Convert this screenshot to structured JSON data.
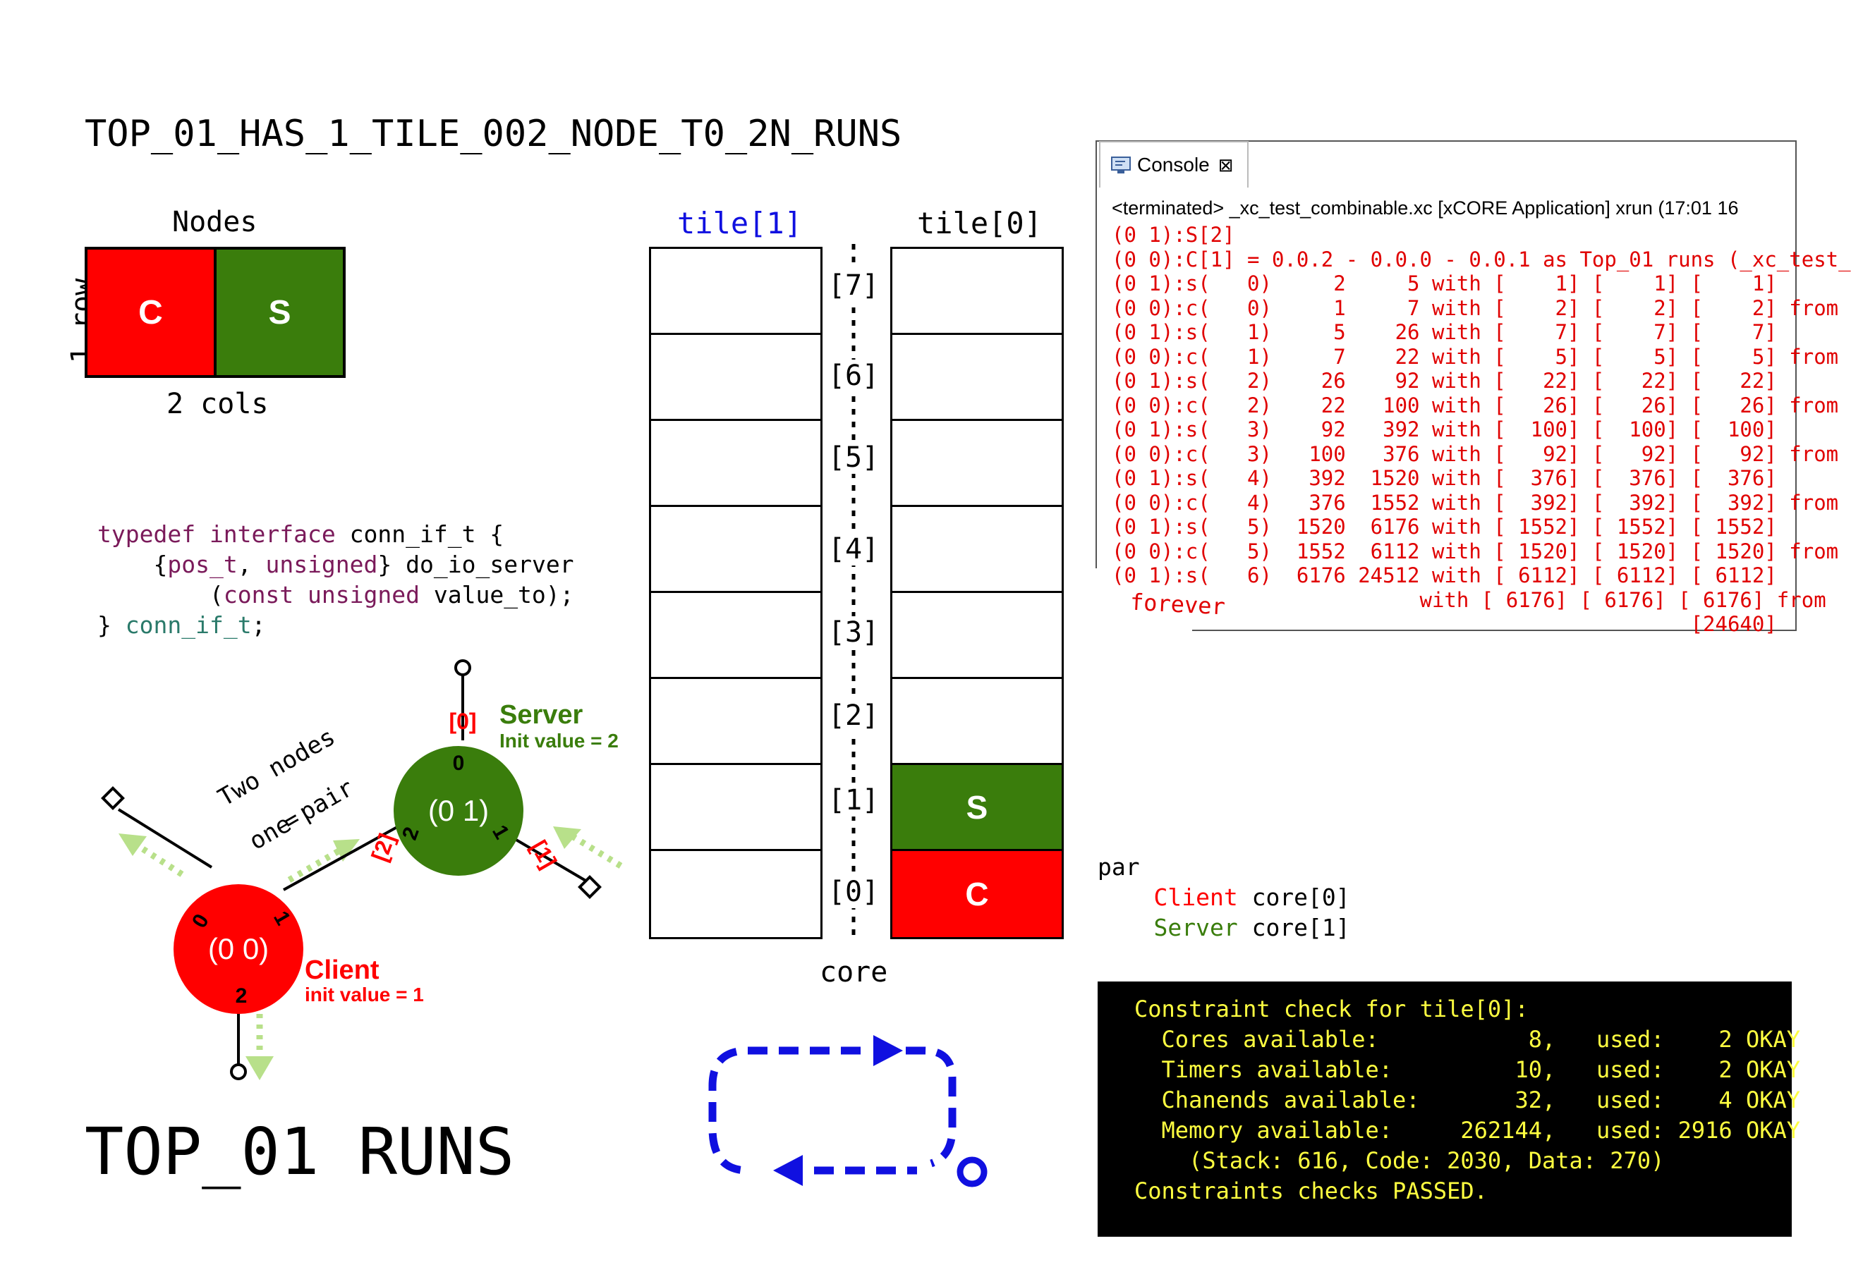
{
  "title": "TOP_01_HAS_1_TILE_002_NODE_T0_2N_RUNS",
  "nodes_grid": {
    "title": "Nodes",
    "row_label": "1 row",
    "col_label": "2 cols",
    "cells": [
      "C",
      "S"
    ]
  },
  "code": {
    "l1_kw": "typedef interface",
    "l1_rest": " conn_if_t {",
    "l2_a": "{",
    "l2_t1": "pos_t",
    "l2_b": ", ",
    "l2_t2": "unsigned",
    "l2_c": "} do_io_server",
    "l3_a": "(",
    "l3_kw": "const unsigned",
    "l3_b": " value_to);",
    "l4_a": "} ",
    "l4_t": "conn_if_t",
    "l4_b": ";"
  },
  "graph": {
    "caption_1": "Two nodes",
    "caption_eq": "=",
    "caption_2": "one pair",
    "client": {
      "id": "(0 0)",
      "name": "Client",
      "init": "init value = 1",
      "ports": [
        "0",
        "1",
        "2"
      ]
    },
    "server": {
      "id": "(0 1)",
      "name": "Server",
      "init": "Init value = 2",
      "ports": [
        "0",
        "1",
        "2"
      ]
    },
    "links": [
      "[0]",
      "[1]",
      "[2]"
    ]
  },
  "tiles": {
    "tile1": "tile[1]",
    "tile0": "tile[0]",
    "core_label": "core",
    "core_indices": [
      "[7]",
      "[6]",
      "[5]",
      "[4]",
      "[3]",
      "[2]",
      "[1]",
      "[0]"
    ],
    "tile0_slots": [
      "",
      "",
      "",
      "",
      "",
      "",
      "S",
      "C"
    ]
  },
  "console": {
    "tab_label": "Console",
    "header": "<terminated> _xc_test_combinable.xc [xCORE Application] xrun (17:01 16",
    "lines": [
      "(0 1):S[2]",
      "(0 0):C[1] = 0.0.2 - 0.0.0 - 0.0.1 as Top_01 runs (_xc_test_",
      "(0 1):s(   0)     2     5 with [    1] [    1] [    1]",
      "(0 0):c(   0)     1     7 with [    2] [    2] [    2] from",
      "(0 1):s(   1)     5    26 with [    7] [    7] [    7]",
      "(0 0):c(   1)     7    22 with [    5] [    5] [    5] from",
      "(0 1):s(   2)    26    92 with [   22] [   22] [   22]",
      "(0 0):c(   2)    22   100 with [   26] [   26] [   26] from",
      "(0 1):s(   3)    92   392 with [  100] [  100] [  100]",
      "(0 0):c(   3)   100   376 with [   92] [   92] [   92] from",
      "(0 1):s(   4)   392  1520 with [  376] [  376] [  376]",
      "(0 0):c(   4)   376  1552 with [  392] [  392] [  392] from",
      "(0 1):s(   5)  1520  6176 with [ 1552] [ 1552] [ 1552]",
      "(0 0):c(   5)  1552  6112 with [ 1520] [ 1520] [ 1520] from",
      "(0 1):s(   6)  6176 24512 with [ 6112] [ 6112] [ 6112]",
      "                         with [ 6176] [ 6176] [ 6176] from",
      "                                               [24640]"
    ],
    "forever": "forever"
  },
  "par": {
    "kw": "par",
    "client": "Client",
    "client_core": " core[0]",
    "server": "Server",
    "server_core": " core[1]"
  },
  "constraints": {
    "lines": [
      "Constraint check for tile[0]:",
      "  Cores available:           8,   used:    2 OKAY",
      "  Timers available:         10,   used:    2 OKAY",
      "  Chanends available:       32,   used:    4 OKAY",
      "  Memory available:     262144,   used: 2916 OKAY",
      "    (Stack: 616, Code: 2030, Data: 270)",
      "Constraints checks PASSED."
    ]
  },
  "bottom_title": "TOP_01 RUNS",
  "colors": {
    "client": "#ff0000",
    "server": "#3a7d0c",
    "tile1": "#1010e0",
    "console_text": "#e00000",
    "constraint_text": "#ffff40",
    "loop_arrow": "#1010e0",
    "light_arrow": "#b8e08a"
  }
}
